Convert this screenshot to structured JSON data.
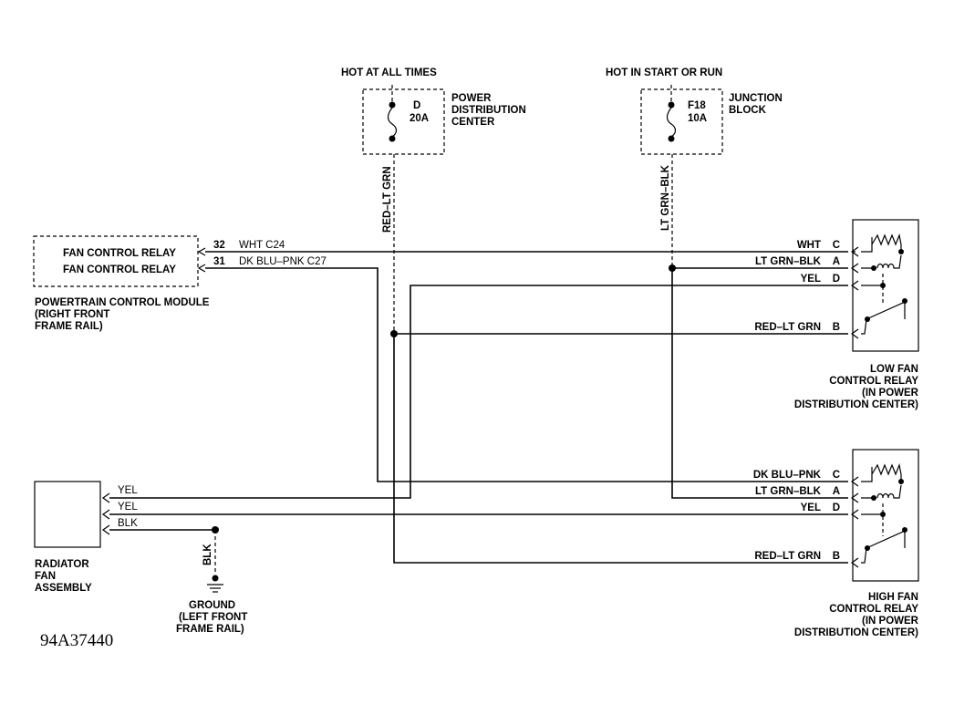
{
  "fuse_d": {
    "header": "HOT AT ALL TIMES",
    "id": "D",
    "rating": "20A",
    "location": [
      "POWER",
      "DISTRIBUTION",
      "CENTER"
    ],
    "wire": "RED–LT GRN"
  },
  "fuse_f18": {
    "header": "HOT IN START OR RUN",
    "id": "F18",
    "rating": "10A",
    "location": [
      "JUNCTION",
      "BLOCK"
    ],
    "wire": "LT GRN–BLK"
  },
  "pcm": {
    "pins": [
      {
        "label": "FAN CONTROL RELAY",
        "pin": "32",
        "wire": "WHT C24"
      },
      {
        "label": "FAN CONTROL RELAY",
        "pin": "31",
        "wire": "DK BLU–PNK C27"
      }
    ],
    "caption": [
      "POWERTRAIN CONTROL MODULE",
      "(RIGHT FRONT",
      "FRAME RAIL)"
    ]
  },
  "low_relay": {
    "terminals": [
      {
        "wire": "WHT",
        "pin": "C"
      },
      {
        "wire": "LT GRN–BLK",
        "pin": "A"
      },
      {
        "wire": "YEL",
        "pin": "D"
      },
      {
        "wire": "RED–LT GRN",
        "pin": "B"
      }
    ],
    "caption": [
      "LOW FAN",
      "CONTROL RELAY",
      "(IN POWER",
      "DISTRIBUTION CENTER)"
    ]
  },
  "high_relay": {
    "terminals": [
      {
        "wire": "DK BLU–PNK",
        "pin": "C"
      },
      {
        "wire": "LT GRN–BLK",
        "pin": "A"
      },
      {
        "wire": "YEL",
        "pin": "D"
      },
      {
        "wire": "RED–LT GRN",
        "pin": "B"
      }
    ],
    "caption": [
      "HIGH FAN",
      "CONTROL RELAY",
      "(IN POWER",
      "DISTRIBUTION CENTER)"
    ]
  },
  "fan": {
    "wires": [
      "YEL",
      "YEL",
      "BLK"
    ],
    "caption": [
      "RADIATOR",
      "FAN",
      "ASSEMBLY"
    ]
  },
  "ground": {
    "wire": "BLK",
    "caption": [
      "GROUND",
      "(LEFT FRONT",
      "FRAME RAIL)"
    ]
  },
  "figure_code": "94A37440"
}
